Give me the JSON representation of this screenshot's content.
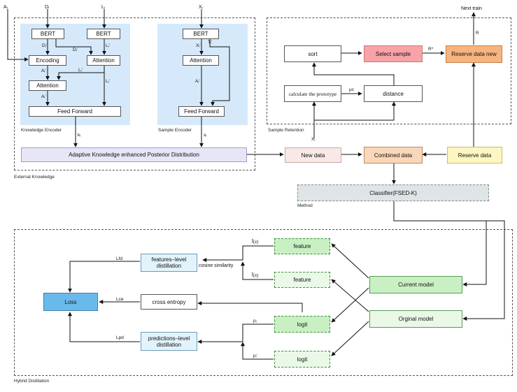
{
  "inputs": {
    "a": "Aᵢ",
    "d": "Dᵢ",
    "l": "Lᵢ",
    "x": "Xᵢ"
  },
  "knowledge_encoder": {
    "bert_left": "BERT",
    "bert_right": "BERT",
    "encoding": "Encoding",
    "attention_right": "Attention",
    "attention_left": "Attention",
    "feed_forward": "Feed Forward",
    "caption": "Knowledge Encoder",
    "labels": {
      "d1": "Dᵢ'",
      "d2": "Dᵢ'",
      "l1": "Lᵢ'",
      "a1": "Aᵢ'",
      "l2": "Lᵢ'",
      "l3": "Lᵢ'",
      "a2": "Aᵢ'",
      "k": "kᵢ"
    }
  },
  "sample_encoder": {
    "bert": "BERT",
    "attention": "Attention",
    "feed_forward": "Feed Forward",
    "caption": "Sample Encoder",
    "labels": {
      "x": "Xᵢ'",
      "t": "Tᵢ'",
      "a": "Aᵢ'",
      "s": "sᵢ"
    }
  },
  "adaptive": {
    "label": "Adaptive Knowledge enhanced Posterior Distribution"
  },
  "external_knowledge": {
    "caption": "External Knowledge"
  },
  "sample_retention": {
    "caption": "Sample Retention",
    "sort": "sort",
    "select_sample": "Select sample",
    "reserve_data_new": "Reserve data new",
    "calc_prototype": "calculate the prototype",
    "distance": "distance",
    "label_r_star": "R*",
    "label_mu": "μc",
    "label_r": "R",
    "label_x": "Xᵢ",
    "next_train": "Next train"
  },
  "method": {
    "new_data": "New data",
    "combined_data": "Combined data",
    "reserve_data": "Reserve data",
    "classifier": "Classifier(FSED-K)",
    "caption": "Method"
  },
  "hybrid": {
    "caption": "Hybrid Distillation",
    "loss": "Loss",
    "features_distill": "features–level distillation",
    "cross_entropy": "cross entropy",
    "predictions_distill": "predictions–level distillation",
    "feature1": "feature",
    "feature2": "feature",
    "logit1": "logit",
    "logit2": "logit",
    "current_model": "Current model",
    "original_model": "Orginal model",
    "cosine": "cosine similarity",
    "l_fd": "Lfd",
    "l_ce": "Lce",
    "l_pd": "Lpd",
    "f_new": "f̃(x)",
    "f_old": "f̃(x)",
    "p_new": "pᵢ",
    "p_old": "pᵢ'"
  },
  "colors": {
    "encoder_bg": "#d6e9fb",
    "adaptive_bg": "#e6e6f7",
    "new_data_bg": "#f8e8e6",
    "combined_bg": "#f9d7b8",
    "reserve_bg": "#fdf6c2",
    "select_bg": "#f7a3a7",
    "reserve_new_bg": "#f7b47f",
    "classifier_bg": "#dfe4e6",
    "green": "#c8f0c2",
    "green_light": "#eaf8e7",
    "loss_bg": "#6ab9eb",
    "distill_bg": "#e3f3fb"
  }
}
